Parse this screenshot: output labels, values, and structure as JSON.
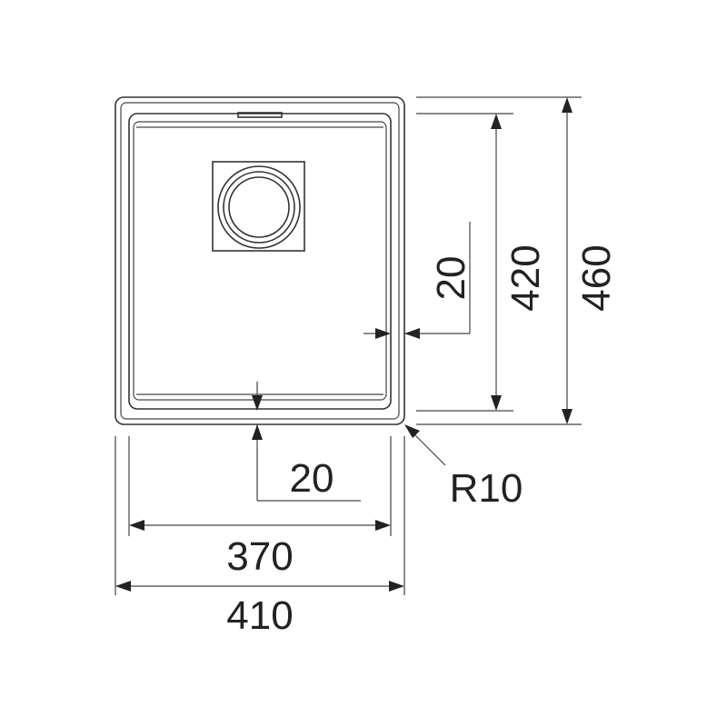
{
  "drawing": {
    "dimensions": {
      "outer_width": "410",
      "inner_width": "370",
      "outer_height": "460",
      "inner_height": "420",
      "side_margin": "20",
      "bottom_margin": "20",
      "corner_radius": "R10"
    },
    "colors": {
      "line": "#333333",
      "text": "#222222",
      "background": "#ffffff"
    },
    "icons": [
      "drain-icon"
    ]
  }
}
